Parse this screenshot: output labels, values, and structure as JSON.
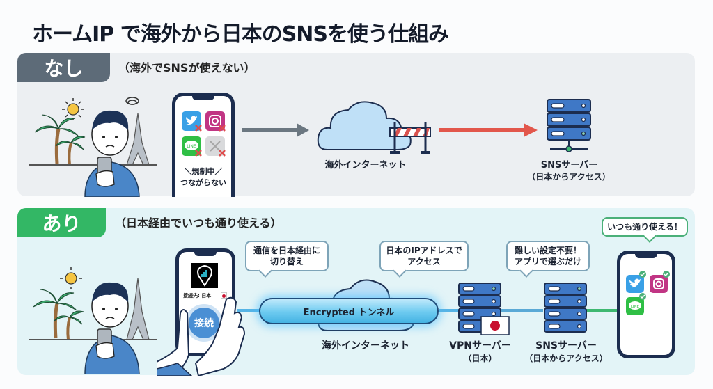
{
  "title": "ホームIP で海外から日本のSNSを使う仕組み",
  "colors": {
    "tab_none": "#5d6b78",
    "tab_yes": "#33b765",
    "arrow_gray": "#6b7781",
    "arrow_red": "#e2574c",
    "server_blue": "#3f78c6",
    "line_green": "#3eb871"
  },
  "without": {
    "tab_label": "なし",
    "subtitle": "（海外でSNSが使えない）",
    "phone_apps": [
      "twitter-icon",
      "instagram-icon",
      "line-icon",
      "blocked-app-icon"
    ],
    "phone_caption_line1": "＼規制中／",
    "phone_caption_line2": "つながらない",
    "cloud_label": "海外インターネット",
    "server_label": "SNSサーバー",
    "server_sublabel": "（日本からアクセス）"
  },
  "with": {
    "tab_label": "あり",
    "subtitle": "（日本経由でいつも通り使える）",
    "connection_label": "接続先: 日本",
    "connect_button": "接続",
    "bubble_switch": [
      "通信を日本経由に",
      "切り替え"
    ],
    "bubble_ip": [
      "日本のIPアドレスで",
      "アクセス"
    ],
    "bubble_easy": [
      "難しい設定不要！",
      "アプリで選ぶだけ"
    ],
    "bubble_ok": "いつも通り使える！",
    "tunnel_label": "Encrypted トンネル",
    "cloud_label": "海外インターネット",
    "vpn_label": "VPNサーバー",
    "vpn_sublabel": "（日本）",
    "sns_label": "SNSサーバー",
    "sns_sublabel": "（日本からアクセス）",
    "phone_apps": [
      "twitter-icon",
      "instagram-icon",
      "line-icon"
    ]
  }
}
